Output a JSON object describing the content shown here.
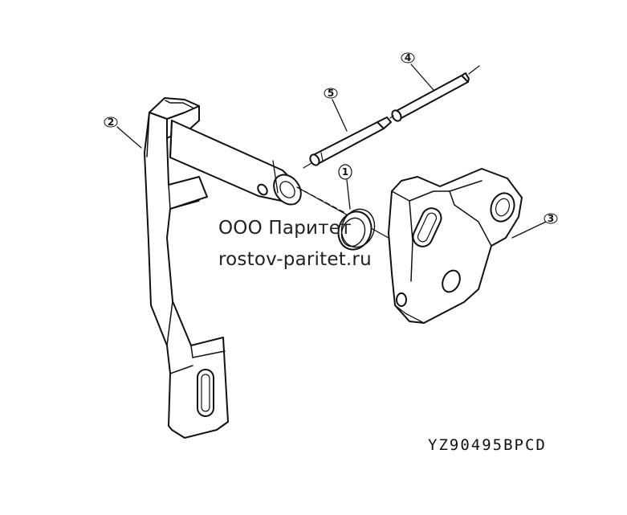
{
  "watermark": {
    "line1": "ООО Паритет",
    "line2": "rostov-paritet.ru"
  },
  "drawing_code": "YZ90495BPCD",
  "callouts": [
    {
      "label": "1",
      "part": "bushing"
    },
    {
      "label": "2",
      "part": "lever"
    },
    {
      "label": "3",
      "part": "bracket"
    },
    {
      "label": "4",
      "part": "spring-pin-long"
    },
    {
      "label": "5",
      "part": "spring-pin-short"
    }
  ]
}
